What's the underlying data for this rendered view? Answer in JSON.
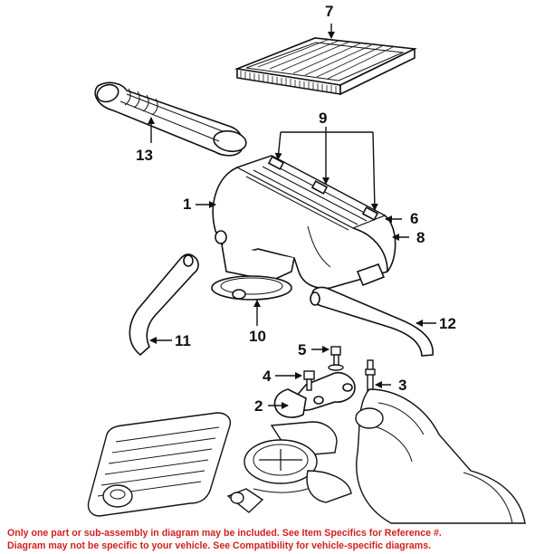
{
  "callouts": {
    "c1": "1",
    "c2": "2",
    "c3": "3",
    "c4": "4",
    "c5": "5",
    "c6": "6",
    "c7": "7",
    "c8": "8",
    "c9": "9",
    "c10": "10",
    "c11": "11",
    "c12": "12",
    "c13": "13"
  },
  "disclaimer": {
    "line1": "Only one part or sub-assembly in diagram may be included. See Item Specifics for Reference #.",
    "line2": "Diagram may not be specific to your vehicle. See Compatibility for vehicle-specific diagrams."
  },
  "colors": {
    "line": "#111111",
    "disclaimer_text": "#d12020"
  }
}
